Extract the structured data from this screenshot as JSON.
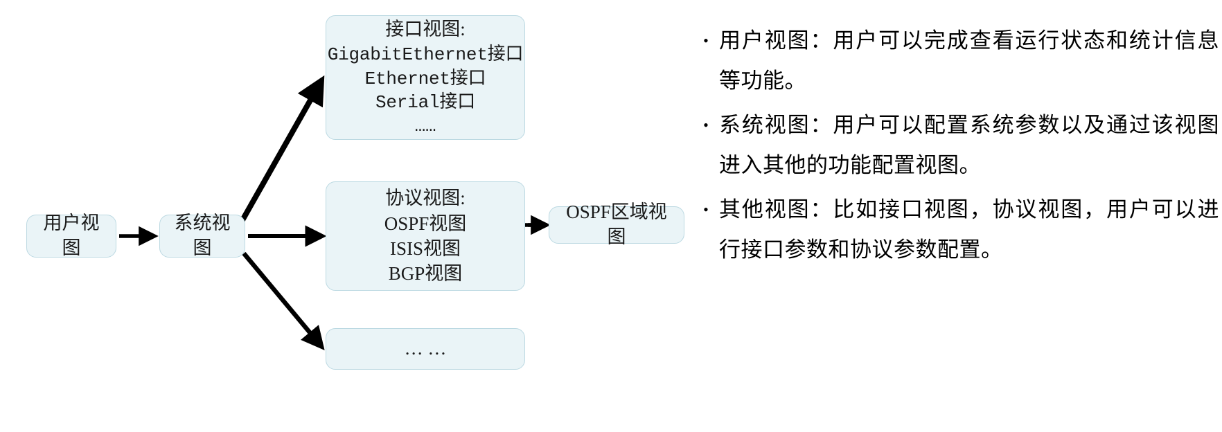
{
  "diagram": {
    "nodes": {
      "user_view": {
        "label": "用户视图"
      },
      "system_view": {
        "label": "系统视图"
      },
      "interface_view": {
        "title": "接口视图:",
        "lines": [
          "GigabitEthernet接口",
          "Ethernet接口",
          "Serial接口",
          "……"
        ]
      },
      "protocol_view": {
        "title": "协议视图:",
        "lines": [
          "OSPF视图",
          "ISIS视图",
          "BGP视图"
        ]
      },
      "other_view": {
        "label": "… …"
      },
      "ospf_area_view": {
        "label": "OSPF区域视图"
      }
    },
    "colors": {
      "node_fill": "#eaf4f7",
      "node_border": "#bcd9e2",
      "arrow": "#000000",
      "text": "#1a1a1a"
    }
  },
  "bullets": {
    "marker": "•",
    "items": [
      {
        "text": "用户视图：用户可以完成查看运行状态和统计信息等功能。"
      },
      {
        "text": "系统视图：用户可以配置系统参数以及通过该视图进入其他的功能配置视图。"
      },
      {
        "text": "其他视图：比如接口视图，协议视图，用户可以进行接口参数和协议参数配置。"
      }
    ]
  }
}
